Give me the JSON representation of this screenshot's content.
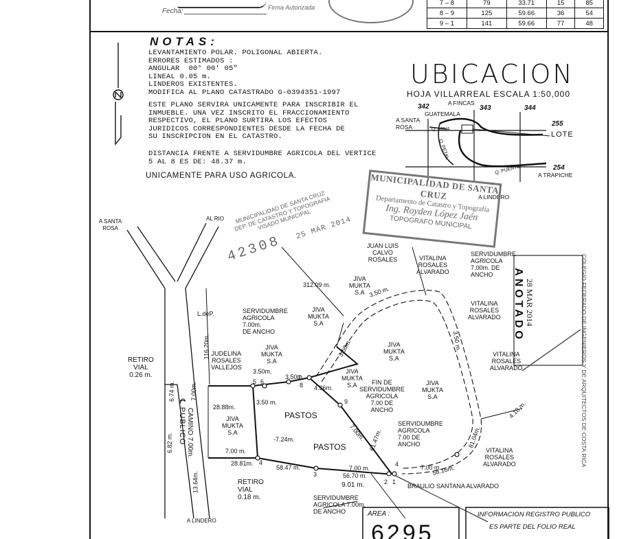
{
  "header": {
    "fecha_label": "Fecha:",
    "firma_label": "Firma Autorizada"
  },
  "coord_table": {
    "rows": [
      [
        "7 – 8",
        "79",
        "33.71",
        "15",
        "85"
      ],
      [
        "8 – 9",
        "125",
        "59.66",
        "36",
        "54"
      ],
      [
        "9 – 1",
        "141",
        "59.66",
        "77",
        "48"
      ]
    ]
  },
  "notas": {
    "title": "NOTAS:",
    "lines1": [
      "LEVANTAMIENTO POLAR. POLIGONAL ABIERTA.",
      "ERRORES ESTIMADOS :",
      "ANGULAR  00° 00' 05\"",
      "LINEAL 0.05 m.",
      "LINDEROS EXISTENTES.",
      "MODIFICA AL PLANO CATASTRADO G-0394351-1997"
    ],
    "lines2": [
      "ESTE PLANO SERVIRA UNICAMENTE PARA INSCRIBIR EL",
      "INMUEBLE. UNA VEZ INSCRITO EL FRACCIONAMIENTO",
      "RESPECTIVO, EL PLANO SURTIRA LOS EFECTOS",
      "JURIDICOS CORRESPONDIENTES DESDE LA FECHA DE",
      "SU INSCRIPCION EN EL CATASTRO."
    ],
    "lines3": [
      "DISTANCIA FRENTE A SERVIDUMBRE AGRICOLA DEL VERTICE",
      "5 AL 8 ES DE: 48.37 m."
    ],
    "uso": "UNICAMENTE PARA USO AGRICOLA."
  },
  "ubicacion": {
    "title": "UBICACION",
    "subtitle": "HOJA VILLARREAL ESCALA 1:50,000",
    "labels": {
      "n342": "342",
      "n343": "343",
      "n344": "344",
      "n255": "255",
      "n254": "254",
      "a_fincas": "A FINCAS",
      "guatemala": "GUATEMALA",
      "a_santa_rosa": "A SANTA\nROSA",
      "q_mina": "Q. MINA",
      "q_petal": "Q. PETAL",
      "q_puente": "Q. PUENTE",
      "lote": "LOTE",
      "a_trapiche": "A TRAPICHE",
      "a_lindero": "A LINDERO"
    }
  },
  "stamps": {
    "muni_top": "MUNICIPALIDAD DE SANTA CRUZ",
    "muni_dept": "Departamento de Catastro y Topografía",
    "muni_name": "Ing. Royden López Jaén",
    "muni_role": "TOPOGRAFO MUNICIPAL",
    "visado_l1": "MUNICIPALIDAD DE SANTA CRUZ",
    "visado_l2": "DEP. DE CATASTRO Y TOPOGRAFIA",
    "visado_l3": "VISADO MUNICIPAL",
    "visado_num": "42308",
    "visado_date": "25 MAR 2014",
    "anotado": "ANOTADO",
    "anotado_date": "28 MAR 2014",
    "colegio": "COLEGIO FEDERADO DE INGENIEROS Y DE ARQUITECTOS DE COSTA RICA"
  },
  "plan": {
    "a_santa_rosa": "A SANTA\nROSA",
    "al_rio": "AL RIO",
    "ldep": "L.deP.",
    "d_116": "116.20m.",
    "retiro_vial_1": "RETIRO\nVIAL\n0.26 m.",
    "d_674": "6.74 m.",
    "d_700a": "7.00m.",
    "camino": "CAMINO 7.00m.",
    "publico": "℄ PUBLICO",
    "d_682": "6.82 m.",
    "d_1364": "13.64m.",
    "a_lindero": "A LINDERO",
    "judelina": "JUDELINA\nROSALES\nVALLEJOS",
    "jiva1": "JIVA\nMUKTA\nS.A",
    "jiva2": "JIVA\nMUKTA\nS.A",
    "jiva3": "JIVA\nMUKTA\nS.A",
    "jiva4": "JIVA\nMUKTA\nS.A",
    "jiva5": "JIVA\nMUKTA\nS.A",
    "jiva6": "JIVA\nMUKTA\nS.A",
    "jiva7": "JIVA\nMUKTA\nS.A",
    "juan_luis": "JUAN LUIS\nCALVO\nROSALES",
    "vitalina1": "VITALINA\nROSALES\nALVARADO",
    "vitalina2": "VITALINA\nROSALES\nALVARADO",
    "vitalina3": "VITALINA\nROSALES\nALVARADO",
    "vitalina4": "VITALINA\nROSALES\nALVARADO",
    "serv1": "SERVIDUMBRE\nAGRICOLA\n7.00m. DE\nANCHO",
    "serv2": "SERVIDUMBRE\nAGRICOLA\n7.00m.\nDE ANCHO",
    "serv3": "SERVIDUMBRE\nAGRICOLA\n7.00 DE\nANCHO",
    "serv4": "SERVIDUMBRE\nAGRICOLA 7.00m.\nDE ANCHO",
    "fin_serv": "FIN DE\nSERVIDUMBRE\nAGRICOLA\n7.00 DE\nANCHO",
    "d_31209": "312.09 m.",
    "d_350a": "3.50 m.",
    "d_350b": "3.50m.",
    "d_350c": "3.50m.",
    "d_350d": "3.50 m.",
    "d_350e": "3.50m.",
    "d_350f": "3.50 m.",
    "d_436": "4.36m.",
    "d_2888": "28.88m.",
    "d_724": "-7.24m.",
    "d_700b": "7.00 m.",
    "d_2881": "28.81m.",
    "d_5847": "58.47 m.",
    "d_5670": "56.70 m.",
    "d_700c": "7.00 m.",
    "d_901": "9.01 m.",
    "d_6147": "61.47m.",
    "d_700d": "7.00m.",
    "d_8104": "81.04m.",
    "d_418": "4.18 m.",
    "d_5816": "58.16m.",
    "d_700e": "7.00 m.",
    "pastos1": "PASTOS",
    "pastos2": "PASTOS",
    "retiro_vial_2": "RETIRO\nVIAL\n0.18 m.",
    "braulio": "BRAULIO SANTANA ALVARADO",
    "v1": "1",
    "v2": "2",
    "v3": "3",
    "v4a": "4",
    "v4b": "4",
    "v5": "5",
    "v6": "6",
    "v7": "7",
    "v8": "8",
    "v9": "9"
  },
  "footer": {
    "area_label": "AREA :",
    "area_value": "6295",
    "registro_l1": "INFORMACION REGISTRO PUBLICO",
    "registro_l2": "ES PARTE DEL FOLIO REAL"
  }
}
